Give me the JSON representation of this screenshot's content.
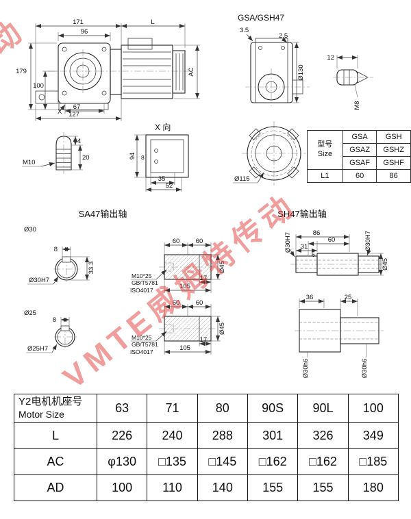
{
  "watermark": {
    "text": "VMTE威姆特传动",
    "corner": "动"
  },
  "header": {
    "model_label": "GSA/GSH47"
  },
  "main_view": {
    "d171": "171",
    "dL": "L",
    "d96": "96",
    "d179": "179",
    "d100": "100",
    "dAC": "AC",
    "dX": "X",
    "d67": "67",
    "d127": "127"
  },
  "side_view": {
    "d35": "3.5",
    "d25": "2.5",
    "d130": "Ø130",
    "d12": "12",
    "m8": "M8"
  },
  "plug_detail": {
    "d4": "4",
    "d20": "20",
    "m10": "M10"
  },
  "x_view": {
    "label": "X 向",
    "d94": "94",
    "d8": "8",
    "d35": "35",
    "d52": "52"
  },
  "flange_view": {
    "d115": "Ø115"
  },
  "size_table": {
    "title_cn": "型号",
    "title_en": "Size",
    "models": [
      [
        "GSA",
        "GSH"
      ],
      [
        "GSAZ",
        "GSHZ"
      ],
      [
        "GSAF",
        "GSHF"
      ]
    ],
    "l1_label": "L1",
    "l1_values": [
      "60",
      "86"
    ]
  },
  "sa47": {
    "title": "SA47输出轴",
    "sec30": {
      "label": "Ø30",
      "d8": "8",
      "d333": "33.3",
      "bore": "Ø30H7"
    },
    "sec25": {
      "label": "Ø25",
      "d8": "8",
      "bore": "Ø25H7"
    },
    "shaft1": {
      "d60a": "60",
      "d60b": "60",
      "d17": "17",
      "d105": "105",
      "thread": "M10*25",
      "std1": "GB/T5781",
      "std2": "ISO4017",
      "d45": "Ø45"
    },
    "shaft2": {
      "d60a": "60",
      "d60b": "60",
      "d17": "17",
      "d105": "105",
      "thread": "M10*25",
      "std1": "GB/T5781",
      "std2": "ISO4017",
      "d45": "Ø45"
    }
  },
  "sh47": {
    "title": "SH47输出轴",
    "d86": "86",
    "d60": "60",
    "d31": "31",
    "d6": "6",
    "boreL": "Ø30H7",
    "boreR": "Ø30H7",
    "d45": "Ø45",
    "d36": "36",
    "d25": "25",
    "shaftL": "Ø30h6",
    "shaftR": "Ø30h6"
  },
  "bottom_table": {
    "rows": [
      {
        "label_cn": "Y2电机机座号",
        "label_en": "Motor Size",
        "values": [
          "63",
          "71",
          "80",
          "90S",
          "90L",
          "100"
        ]
      },
      {
        "label": "L",
        "values": [
          "226",
          "240",
          "288",
          "301",
          "326",
          "349"
        ]
      },
      {
        "label": "AC",
        "values": [
          "φ130",
          "□135",
          "□145",
          "□162",
          "□162",
          "□185"
        ]
      },
      {
        "label": "AD",
        "values": [
          "100",
          "110",
          "140",
          "155",
          "155",
          "180"
        ]
      }
    ]
  }
}
